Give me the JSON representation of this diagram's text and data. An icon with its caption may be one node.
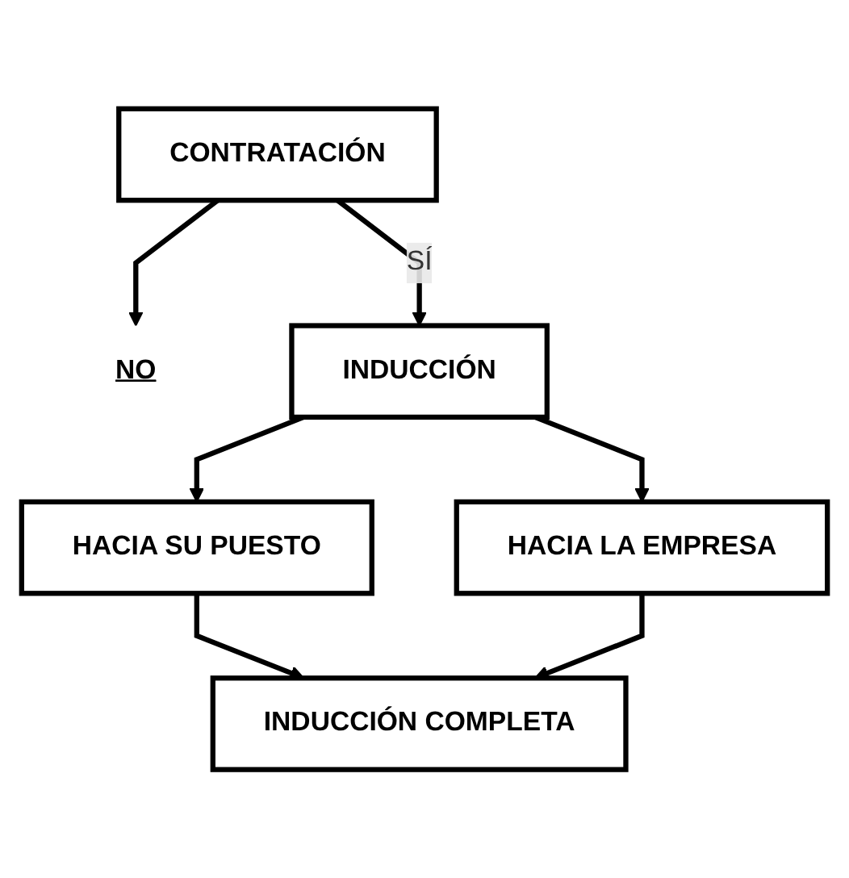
{
  "diagram": {
    "nodes": [
      {
        "text": [
          "CONTRATACIÓN"
        ]
      },
      {
        "text": [
          "NO"
        ]
      },
      {
        "text": [
          "INDUCCIÓN"
        ]
      },
      {
        "text": [
          "HACIA SU PUESTO"
        ]
      },
      {
        "text": [
          "HACIA LA EMPRESA"
        ]
      },
      {
        "text": [
          "INDUCCIÓN COMPLETA"
        ]
      }
    ],
    "edges": [
      {
        "from": 0,
        "to": 1,
        "arrow": "to"
      },
      {
        "from": 0,
        "to": 2,
        "arrow": "to",
        "label": "SÍ"
      },
      {
        "from": 2,
        "to": 3,
        "arrow": "to"
      },
      {
        "from": 2,
        "to": 4,
        "arrow": "to"
      },
      {
        "from": 3,
        "to": 5,
        "arrow": "to"
      },
      {
        "from": 4,
        "to": 5,
        "arrow": "to"
      }
    ]
  }
}
